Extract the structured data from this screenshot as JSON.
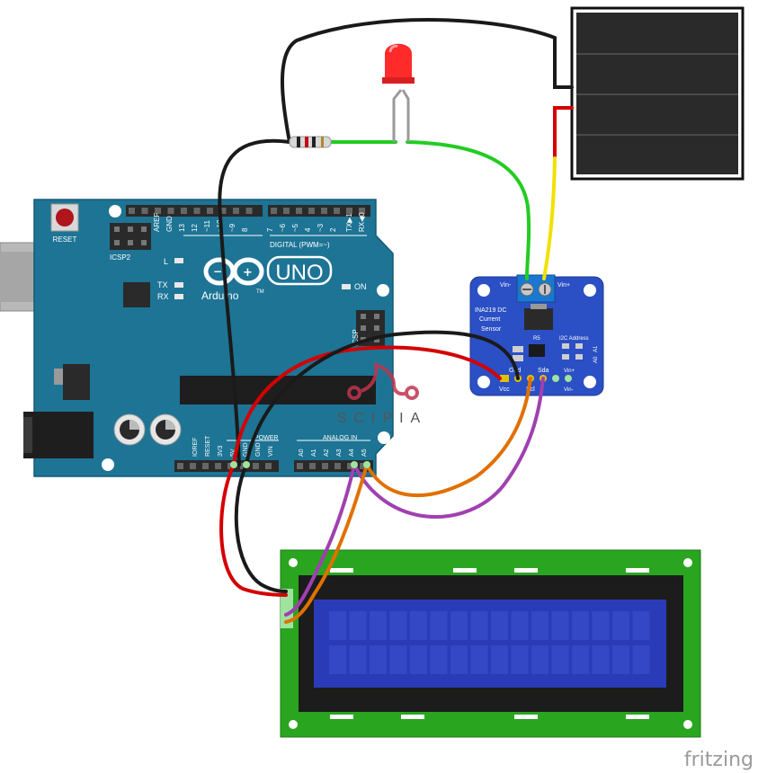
{
  "arduino": {
    "reset_label": "RESET",
    "icsp2_label": "ICSP2",
    "icsp_label": "ICSP",
    "aref_label": "AREF",
    "gnd_label": "GND",
    "digital_pins": [
      "13",
      "12",
      "~11",
      "~10",
      "~9",
      "8",
      "7",
      "~6",
      "~5",
      "4",
      "~3",
      "2",
      "TX▶1",
      "RX◀0"
    ],
    "digital_label": "DIGITAL (PWM=~)",
    "l_label": "L",
    "tx_label": "TX",
    "rx_label": "RX",
    "on_label": "ON",
    "brand_label": "Arduino",
    "tm_label": "TM",
    "model_label": "UNO",
    "power_label": "POWER",
    "analog_label": "ANALOG IN",
    "power_pins": [
      "IOREF",
      "RESET",
      "3V3",
      "5V",
      "GND",
      "GND",
      "VIN"
    ],
    "analog_pins": [
      "A0",
      "A1",
      "A2",
      "A3",
      "A4",
      "A5"
    ]
  },
  "sensor": {
    "vin_minus_label": "Vin-",
    "vin_plus_label": "Vin+",
    "title_line1": "INA219 DC",
    "title_line2": "Current",
    "title_line3": "Sensor",
    "addr_label": "I2C Address",
    "a0_label": "A0",
    "a1_label": "A1",
    "r5_label": "R5",
    "gnd_label": "Gnd",
    "sda_label": "Sda",
    "vcc_label": "Vcc",
    "scl_label": "Scl",
    "vin_plus_bottom": "Vin+",
    "vin_minus_bottom": "Vin-"
  },
  "watermark": {
    "text": "SCIPIA"
  },
  "footer": {
    "brand": "fritzing"
  },
  "colors": {
    "arduino_board": "#1d7495",
    "sensor_board": "#2b4fc4",
    "lcd_pcb": "#2aa520",
    "lcd_screen": "#2a3bb8",
    "wire_red": "#d40000",
    "wire_black": "#1a1a1a",
    "wire_green": "#22cc22",
    "wire_yellow": "#f2e000",
    "wire_orange": "#e07000",
    "wire_purple": "#a040b0",
    "led": "#ff2a2a",
    "battery": "#2a2a2a",
    "watermark": "#c0354f"
  }
}
